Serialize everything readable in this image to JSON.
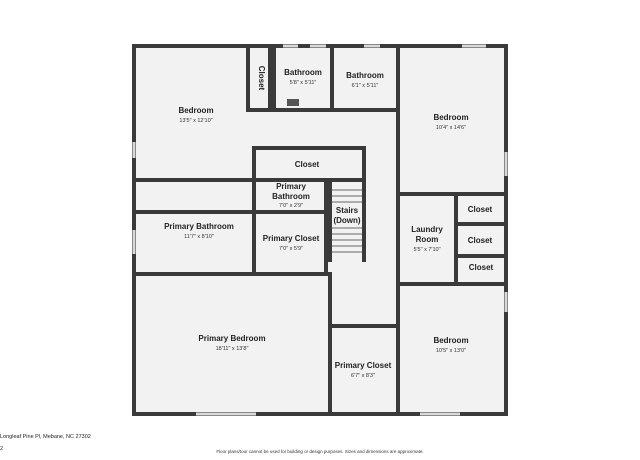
{
  "plan": {
    "rooms": [
      {
        "id": "bedroom-nw",
        "name": "Bedroom",
        "dims": "13'5\" x 12'10\""
      },
      {
        "id": "closet-top",
        "name": "Closet",
        "dims": ""
      },
      {
        "id": "bathroom-1",
        "name": "Bathroom",
        "dims": "5'8\" x 5'11\""
      },
      {
        "id": "bathroom-2",
        "name": "Bathroom",
        "dims": "6'1\" x 5'11\""
      },
      {
        "id": "bedroom-ne",
        "name": "Bedroom",
        "dims": "10'4\" x 14'6\""
      },
      {
        "id": "closet-center",
        "name": "Closet",
        "dims": ""
      },
      {
        "id": "primary-bathroom-small",
        "name_lines": [
          "Primary",
          "Bathroom"
        ],
        "dims": "7'0\" x 2'9\""
      },
      {
        "id": "primary-bathroom",
        "name": "Primary Bathroom",
        "dims": "11'7\" x 8'10\""
      },
      {
        "id": "primary-closet-1",
        "name": "Primary Closet",
        "dims": "7'0\" x 5'9\""
      },
      {
        "id": "stairs",
        "name_lines": [
          "Stairs",
          "(Down)"
        ],
        "dims": ""
      },
      {
        "id": "laundry",
        "name_lines": [
          "Laundry",
          "Room"
        ],
        "dims": "5'5\" x 7'10\""
      },
      {
        "id": "closet-e1",
        "name": "Closet",
        "dims": ""
      },
      {
        "id": "closet-e2",
        "name": "Closet",
        "dims": ""
      },
      {
        "id": "closet-e3",
        "name": "Closet",
        "dims": ""
      },
      {
        "id": "primary-bedroom",
        "name": "Primary Bedroom",
        "dims": "18'11\" x 13'8\""
      },
      {
        "id": "primary-closet-2",
        "name": "Primary Closet",
        "dims": "6'7\" x 8'3\""
      },
      {
        "id": "bedroom-se",
        "name": "Bedroom",
        "dims": "10'5\" x 13'0\""
      }
    ]
  },
  "footer": {
    "address": "Longleaf Pine Pl, Mebane, NC 27302",
    "page": "2",
    "disclaimer": "Floor plans/tour cannot be used for building or design purposes. Sizes and dimensions are approximate."
  },
  "colors": {
    "wall": "#3a3a3a",
    "floor": "#f2f2f2",
    "window": "#d9d9d9"
  }
}
